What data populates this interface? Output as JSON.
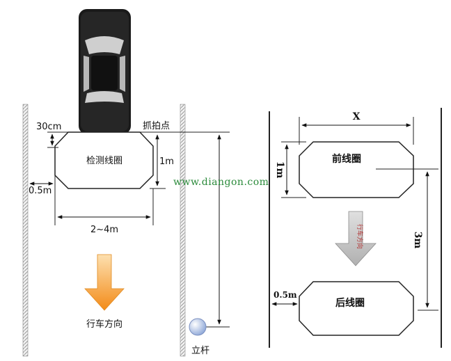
{
  "left_diagram": {
    "labels": {
      "cm30": "30cm",
      "capture_point": "抓拍点",
      "loop": "检测线圈",
      "m1": "1m",
      "m05": "0.5m",
      "width_range": "2~4m",
      "direction": "行车方向",
      "pole": "立杆"
    }
  },
  "right_diagram": {
    "labels": {
      "x": "X",
      "front_loop": "前线圈",
      "m1": "1m",
      "direction_vertical": "行车方向",
      "m3": "3m",
      "m05": "0.5m",
      "rear_loop": "后线圈"
    }
  },
  "watermark": "www.diangon.com",
  "colors": {
    "arrow_orange_top": "#fde0b0",
    "arrow_orange_bottom": "#f38b18",
    "arrow_gray": "#b9b9b9",
    "watermark_green": "#2a8a3a"
  }
}
